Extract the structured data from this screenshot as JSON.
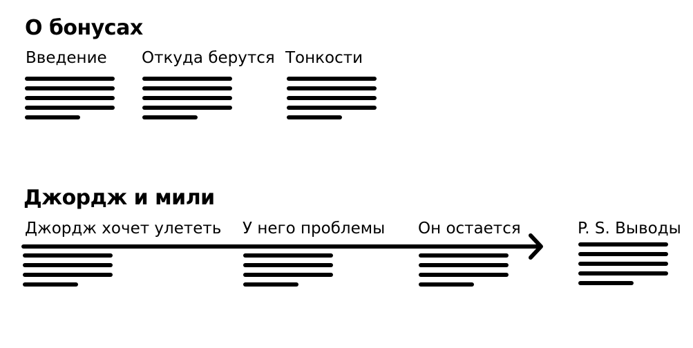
{
  "section_bonuses": {
    "title": "О бонусах",
    "columns": [
      {
        "label": "Введение"
      },
      {
        "label": "Откуда берутся"
      },
      {
        "label": "Тонкости"
      }
    ]
  },
  "section_george": {
    "title": "Джордж и мили",
    "columns": [
      {
        "label": "Джордж хочет улететь"
      },
      {
        "label": "У него проблемы"
      },
      {
        "label": "Он остается"
      },
      {
        "label": "P. S. Выводы"
      }
    ]
  }
}
